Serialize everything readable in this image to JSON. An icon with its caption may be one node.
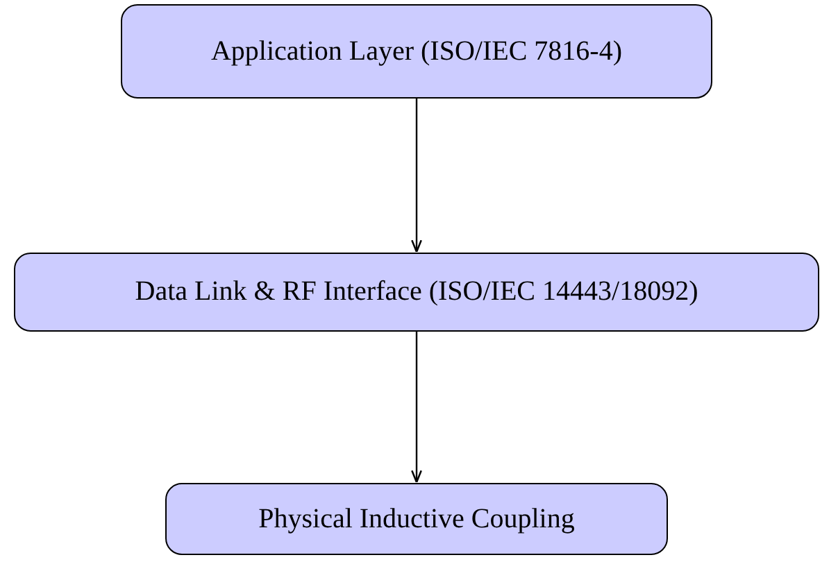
{
  "diagram": {
    "nodes": [
      {
        "text": [
          "Application Layer (ISO/IEC 7816-4)"
        ]
      },
      {
        "text": [
          "Data Link & RF Interface (ISO/IEC 14443/18092)"
        ]
      },
      {
        "text": [
          "Physical Inductive Coupling"
        ]
      }
    ],
    "edges": [
      {
        "from": 0,
        "to": 1,
        "arrow": "to"
      },
      {
        "from": 1,
        "to": 2,
        "arrow": "to"
      }
    ]
  }
}
